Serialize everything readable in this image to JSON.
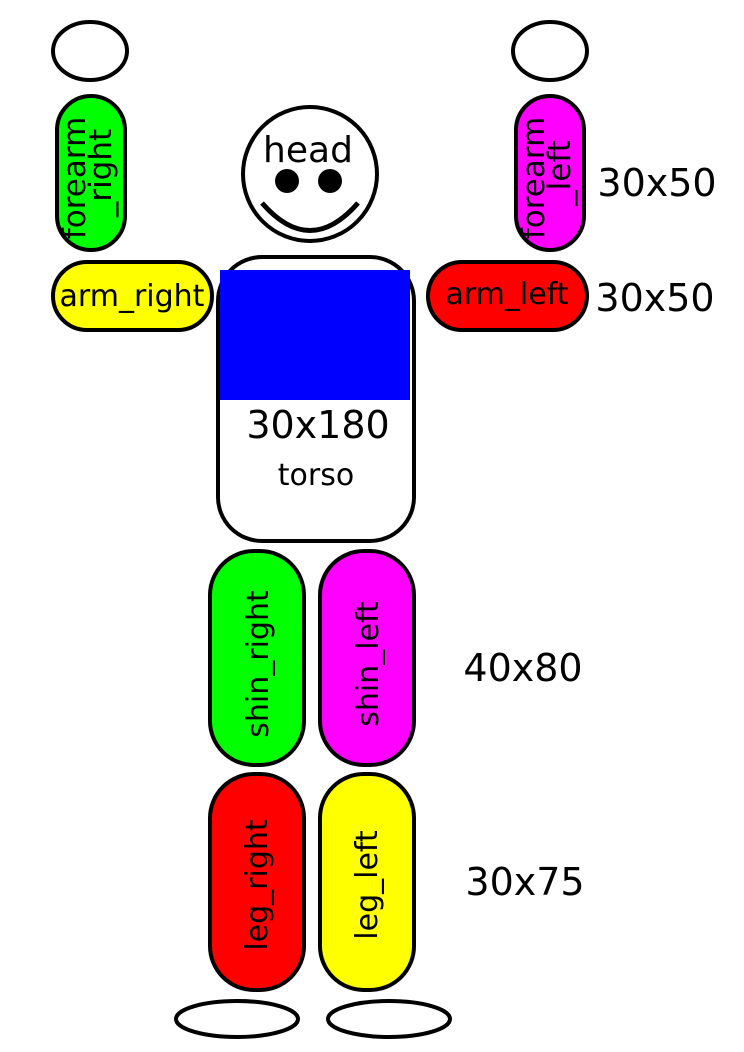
{
  "colors": {
    "green": "#00ff00",
    "magenta": "#ff00ff",
    "yellow": "#ffff00",
    "red": "#ff0000",
    "blue": "#0000ff",
    "white": "#ffffff",
    "outline": "#000000"
  },
  "parts": {
    "head": "head",
    "forearm_right_line1": "forearm",
    "forearm_right_line2": "_right",
    "forearm_left_line1": "forearm",
    "forearm_left_line2": "_left",
    "arm_right": "arm_right",
    "arm_left": "arm_left",
    "torso": "torso",
    "torso_size": "30x180",
    "shin_right": "shin_right",
    "shin_left": "shin_left",
    "leg_right": "leg_right",
    "leg_left": "leg_left"
  },
  "dimensions": {
    "forearm": "30x50",
    "arm": "30x50",
    "shin": "40x80",
    "leg": "30x75"
  }
}
